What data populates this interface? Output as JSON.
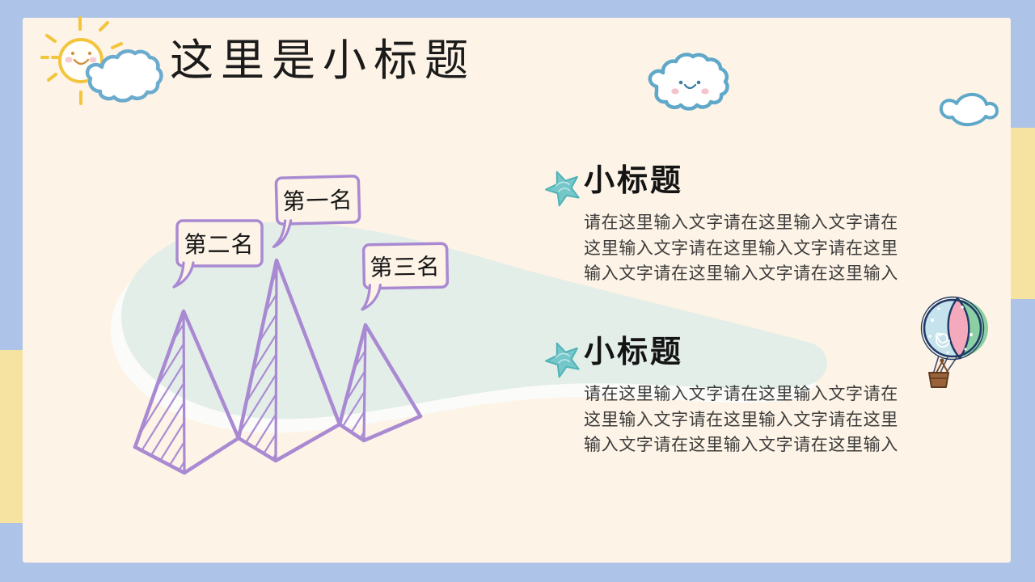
{
  "slide": {
    "title": "这里是小标题",
    "ranking": [
      {
        "label": "第一名"
      },
      {
        "label": "第二名"
      },
      {
        "label": "第三名"
      }
    ],
    "sections": [
      {
        "heading": "小标题",
        "body": "请在这里输入文字请在这里输入文字请在这里输入文字请在这里输入文字请在这里输入文字请在这里输入文字请在这里输入"
      },
      {
        "heading": "小标题",
        "body": "请在这里输入文字请在这里输入文字请在这里输入文字请在这里输入文字请在这里输入文字请在这里输入文字请在这里输入"
      }
    ],
    "decorations": [
      "sun",
      "cloud",
      "smiley-cloud",
      "small-cloud",
      "hot-air-balloon",
      "mountain-ranking",
      "star-bullets"
    ],
    "palette": {
      "border_blue": "#adc3e8",
      "accent_yellow": "#f6e3a1",
      "panel_cream": "#fdf3e6",
      "blob_mint": "#e3eee9",
      "mountain_purple": "#a98ad2",
      "star_teal": "#76c7ca",
      "title_black": "#1b1b1b",
      "body_gray": "#3b3b3b",
      "sun_yellow": "#f2c53d",
      "cloud_blue": "#5fa8c9",
      "balloon_navy": "#1f3a66",
      "balloon_pink": "#f4a9bc",
      "balloon_green": "#8ccfa5",
      "balloon_lightblue": "#c6e2ec",
      "basket_brown": "#96603a"
    }
  }
}
